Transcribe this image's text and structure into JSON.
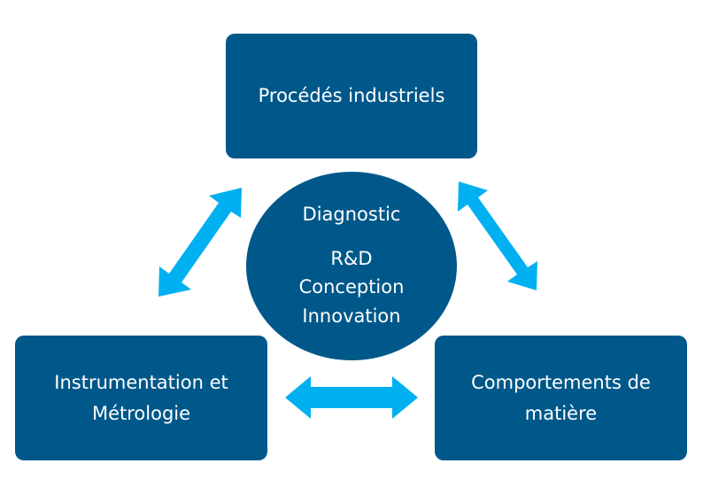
{
  "diagram": {
    "top_box": {
      "lines": [
        "Procédés industriels"
      ]
    },
    "left_box": {
      "lines": [
        "Instrumentation et",
        "Métrologie"
      ]
    },
    "right_box": {
      "lines": [
        "Comportements de",
        "matière"
      ]
    },
    "center": {
      "lines": [
        "Diagnostic",
        "R&D",
        "Conception",
        "Innovation"
      ]
    },
    "colors": {
      "box": "#00588a",
      "arrow": "#00b0f0",
      "text": "#ffffff"
    }
  }
}
